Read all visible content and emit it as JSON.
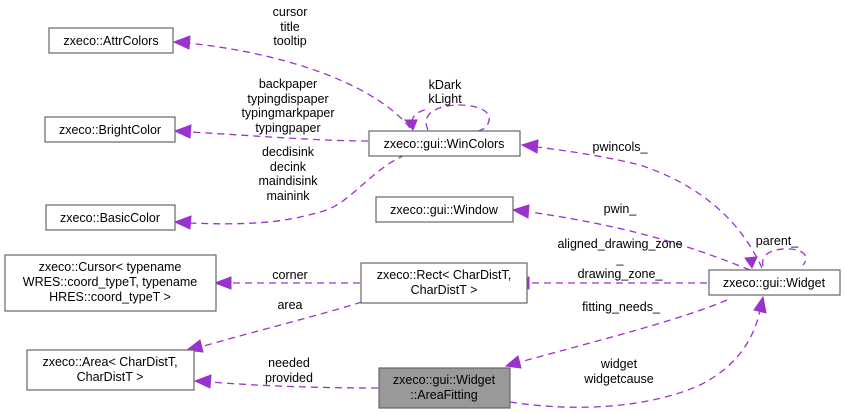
{
  "diagram": {
    "type": "collaboration-graph",
    "focus_node": "areafitting",
    "colors": {
      "edge": "#9a32cd",
      "box_border": "#666666",
      "focus_fill": "#999999",
      "box_fill": "#ffffff"
    },
    "nodes": {
      "attrcolors": {
        "lines": [
          "zxeco::AttrColors"
        ]
      },
      "brightcolor": {
        "lines": [
          "zxeco::BrightColor"
        ]
      },
      "basiccolor": {
        "lines": [
          "zxeco::BasicColor"
        ]
      },
      "cursor": {
        "lines": [
          "zxeco::Cursor< typename",
          "WRES::coord_typeT, typename",
          "HRES::coord_typeT >"
        ]
      },
      "area": {
        "lines": [
          "zxeco::Area< CharDistT,",
          "CharDistT >"
        ]
      },
      "wincolors": {
        "lines": [
          "zxeco::gui::WinColors"
        ]
      },
      "window": {
        "lines": [
          "zxeco::gui::Window"
        ]
      },
      "rect": {
        "lines": [
          "zxeco::Rect< CharDistT,",
          "CharDistT >"
        ]
      },
      "areafitting": {
        "lines": [
          "zxeco::gui::Widget",
          "::AreaFitting"
        ]
      },
      "widget": {
        "lines": [
          "zxeco::gui::Widget"
        ]
      }
    },
    "edges": {
      "wincolors_attrcolors": {
        "from": "wincolors",
        "to": "attrcolors",
        "labels": [
          "cursor",
          "title",
          "tooltip"
        ]
      },
      "wincolors_brightcolor": {
        "from": "wincolors",
        "to": "brightcolor",
        "labels": [
          "backpaper",
          "typingdispaper",
          "typingmarkpaper",
          "typingpaper"
        ]
      },
      "wincolors_basiccolor": {
        "from": "wincolors",
        "to": "basiccolor",
        "labels": [
          "decdisink",
          "decink",
          "maindisink",
          "mainink"
        ]
      },
      "wincolors_self": {
        "from": "wincolors",
        "to": "wincolors",
        "labels": [
          "kDark",
          "kLight"
        ]
      },
      "widget_wincolors": {
        "from": "widget",
        "to": "wincolors",
        "labels": [
          "pwincols_"
        ]
      },
      "widget_window": {
        "from": "widget",
        "to": "window",
        "labels": [
          "pwin_"
        ]
      },
      "widget_rect": {
        "from": "widget",
        "to": "rect",
        "labels": [
          "aligned_drawing_zone",
          "_",
          "drawing_zone_"
        ]
      },
      "widget_self": {
        "from": "widget",
        "to": "widget",
        "labels": [
          "parent_"
        ]
      },
      "rect_cursor": {
        "from": "rect",
        "to": "cursor",
        "labels": [
          "corner"
        ]
      },
      "rect_area": {
        "from": "rect",
        "to": "area",
        "labels": [
          "area"
        ]
      },
      "widget_areafitting": {
        "from": "widget",
        "to": "areafitting",
        "labels": [
          "fitting_needs_"
        ]
      },
      "areafitting_area": {
        "from": "areafitting",
        "to": "area",
        "labels": [
          "needed",
          "provided"
        ]
      },
      "areafitting_widget": {
        "from": "areafitting",
        "to": "widget",
        "labels": [
          "widget",
          "widgetcause"
        ]
      }
    }
  }
}
